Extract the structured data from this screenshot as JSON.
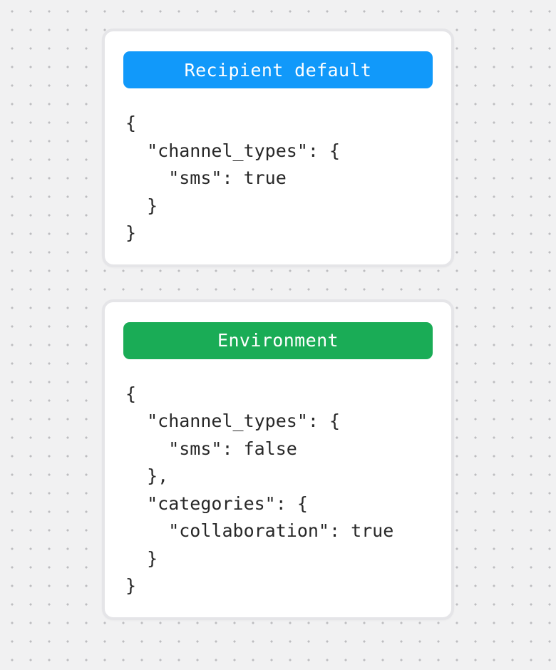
{
  "page": {
    "background_color": "#f1f1f2",
    "dot_color": "#bdbdc0",
    "card_border_color": "#e5e5e8",
    "code_text_color": "#282828"
  },
  "cards": [
    {
      "id": "recipient-default",
      "header": {
        "label": "Recipient default",
        "color": "#1199fa",
        "text_color": "#ffffff"
      },
      "code": "{\n  \"channel_types\": {\n    \"sms\": true\n  }\n}"
    },
    {
      "id": "environment",
      "header": {
        "label": "Environment",
        "color": "#1aac56",
        "text_color": "#ffffff"
      },
      "code": "{\n  \"channel_types\": {\n    \"sms\": false\n  },\n  \"categories\": {\n    \"collaboration\": true\n  }\n}"
    }
  ]
}
